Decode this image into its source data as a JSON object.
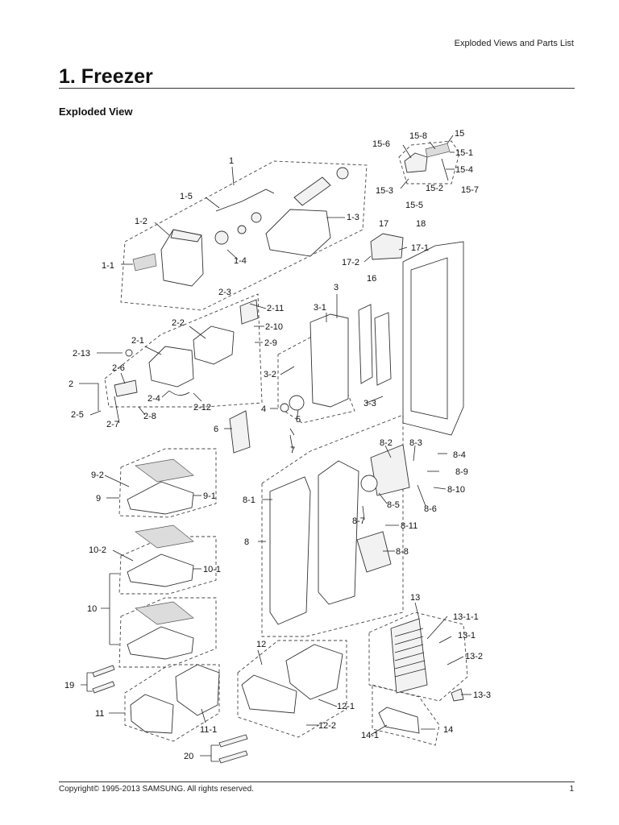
{
  "header": {
    "section_label": "Exploded Views and Parts List"
  },
  "page": {
    "title": "1.  Freezer",
    "subtitle": "Exploded View"
  },
  "diagram": {
    "callouts": [
      {
        "id": "c-1",
        "label": "1"
      },
      {
        "id": "c-1-5",
        "label": "1-5"
      },
      {
        "id": "c-1-2",
        "label": "1-2"
      },
      {
        "id": "c-1-3",
        "label": "1-3"
      },
      {
        "id": "c-1-4",
        "label": "1-4"
      },
      {
        "id": "c-1-1",
        "label": "1-1"
      },
      {
        "id": "c-15-6",
        "label": "15-6"
      },
      {
        "id": "c-15-8",
        "label": "15-8"
      },
      {
        "id": "c-15",
        "label": "15"
      },
      {
        "id": "c-15-1",
        "label": "15-1"
      },
      {
        "id": "c-15-4",
        "label": "15-4"
      },
      {
        "id": "c-15-3",
        "label": "15-3"
      },
      {
        "id": "c-15-2",
        "label": "15-2"
      },
      {
        "id": "c-15-7",
        "label": "15-7"
      },
      {
        "id": "c-15-5",
        "label": "15-5"
      },
      {
        "id": "c-17",
        "label": "17"
      },
      {
        "id": "c-18",
        "label": "18"
      },
      {
        "id": "c-17-1",
        "label": "17-1"
      },
      {
        "id": "c-17-2",
        "label": "17-2"
      },
      {
        "id": "c-16",
        "label": "16"
      },
      {
        "id": "c-3",
        "label": "3"
      },
      {
        "id": "c-3-1",
        "label": "3-1"
      },
      {
        "id": "c-2-3",
        "label": "2-3"
      },
      {
        "id": "c-2-11",
        "label": "2-11"
      },
      {
        "id": "c-2-2",
        "label": "2-2"
      },
      {
        "id": "c-2-10",
        "label": "2-10"
      },
      {
        "id": "c-2-1",
        "label": "2-1"
      },
      {
        "id": "c-2-9",
        "label": "2-9"
      },
      {
        "id": "c-2-13",
        "label": "2-13"
      },
      {
        "id": "c-2-6",
        "label": "2-6"
      },
      {
        "id": "c-2",
        "label": "2"
      },
      {
        "id": "c-2-4",
        "label": "2-4"
      },
      {
        "id": "c-2-12",
        "label": "2-12"
      },
      {
        "id": "c-2-5",
        "label": "2-5"
      },
      {
        "id": "c-2-7",
        "label": "2-7"
      },
      {
        "id": "c-2-8",
        "label": "2-8"
      },
      {
        "id": "c-3-2",
        "label": "3-2"
      },
      {
        "id": "c-4",
        "label": "4"
      },
      {
        "id": "c-5",
        "label": "5"
      },
      {
        "id": "c-3-3",
        "label": "3-3"
      },
      {
        "id": "c-6",
        "label": "6"
      },
      {
        "id": "c-7",
        "label": "7"
      },
      {
        "id": "c-8-2",
        "label": "8-2"
      },
      {
        "id": "c-8-3",
        "label": "8-3"
      },
      {
        "id": "c-8-4",
        "label": "8-4"
      },
      {
        "id": "c-8-9",
        "label": "8-9"
      },
      {
        "id": "c-8-10",
        "label": "8-10"
      },
      {
        "id": "c-8-5",
        "label": "8-5"
      },
      {
        "id": "c-8-6",
        "label": "8-6"
      },
      {
        "id": "c-8-1",
        "label": "8-1"
      },
      {
        "id": "c-8-7",
        "label": "8-7"
      },
      {
        "id": "c-8-11",
        "label": "8-11"
      },
      {
        "id": "c-8",
        "label": "8"
      },
      {
        "id": "c-8-8",
        "label": "8-8"
      },
      {
        "id": "c-9-2",
        "label": "9-2"
      },
      {
        "id": "c-9",
        "label": "9"
      },
      {
        "id": "c-9-1",
        "label": "9-1"
      },
      {
        "id": "c-10-2",
        "label": "10-2"
      },
      {
        "id": "c-10-1",
        "label": "10-1"
      },
      {
        "id": "c-10",
        "label": "10"
      },
      {
        "id": "c-13",
        "label": "13"
      },
      {
        "id": "c-13-1-1",
        "label": "13-1-1"
      },
      {
        "id": "c-13-1",
        "label": "13-1"
      },
      {
        "id": "c-13-2",
        "label": "13-2"
      },
      {
        "id": "c-13-3",
        "label": "13-3"
      },
      {
        "id": "c-12",
        "label": "12"
      },
      {
        "id": "c-12-1",
        "label": "12-1"
      },
      {
        "id": "c-12-2",
        "label": "12-2"
      },
      {
        "id": "c-19",
        "label": "19"
      },
      {
        "id": "c-11",
        "label": "11"
      },
      {
        "id": "c-11-1",
        "label": "11-1"
      },
      {
        "id": "c-14",
        "label": "14"
      },
      {
        "id": "c-14-1",
        "label": "14-1"
      },
      {
        "id": "c-20",
        "label": "20"
      }
    ]
  },
  "footer": {
    "copyright": "Copyright© 1995-2013 SAMSUNG. All rights reserved.",
    "page_number": "1"
  }
}
